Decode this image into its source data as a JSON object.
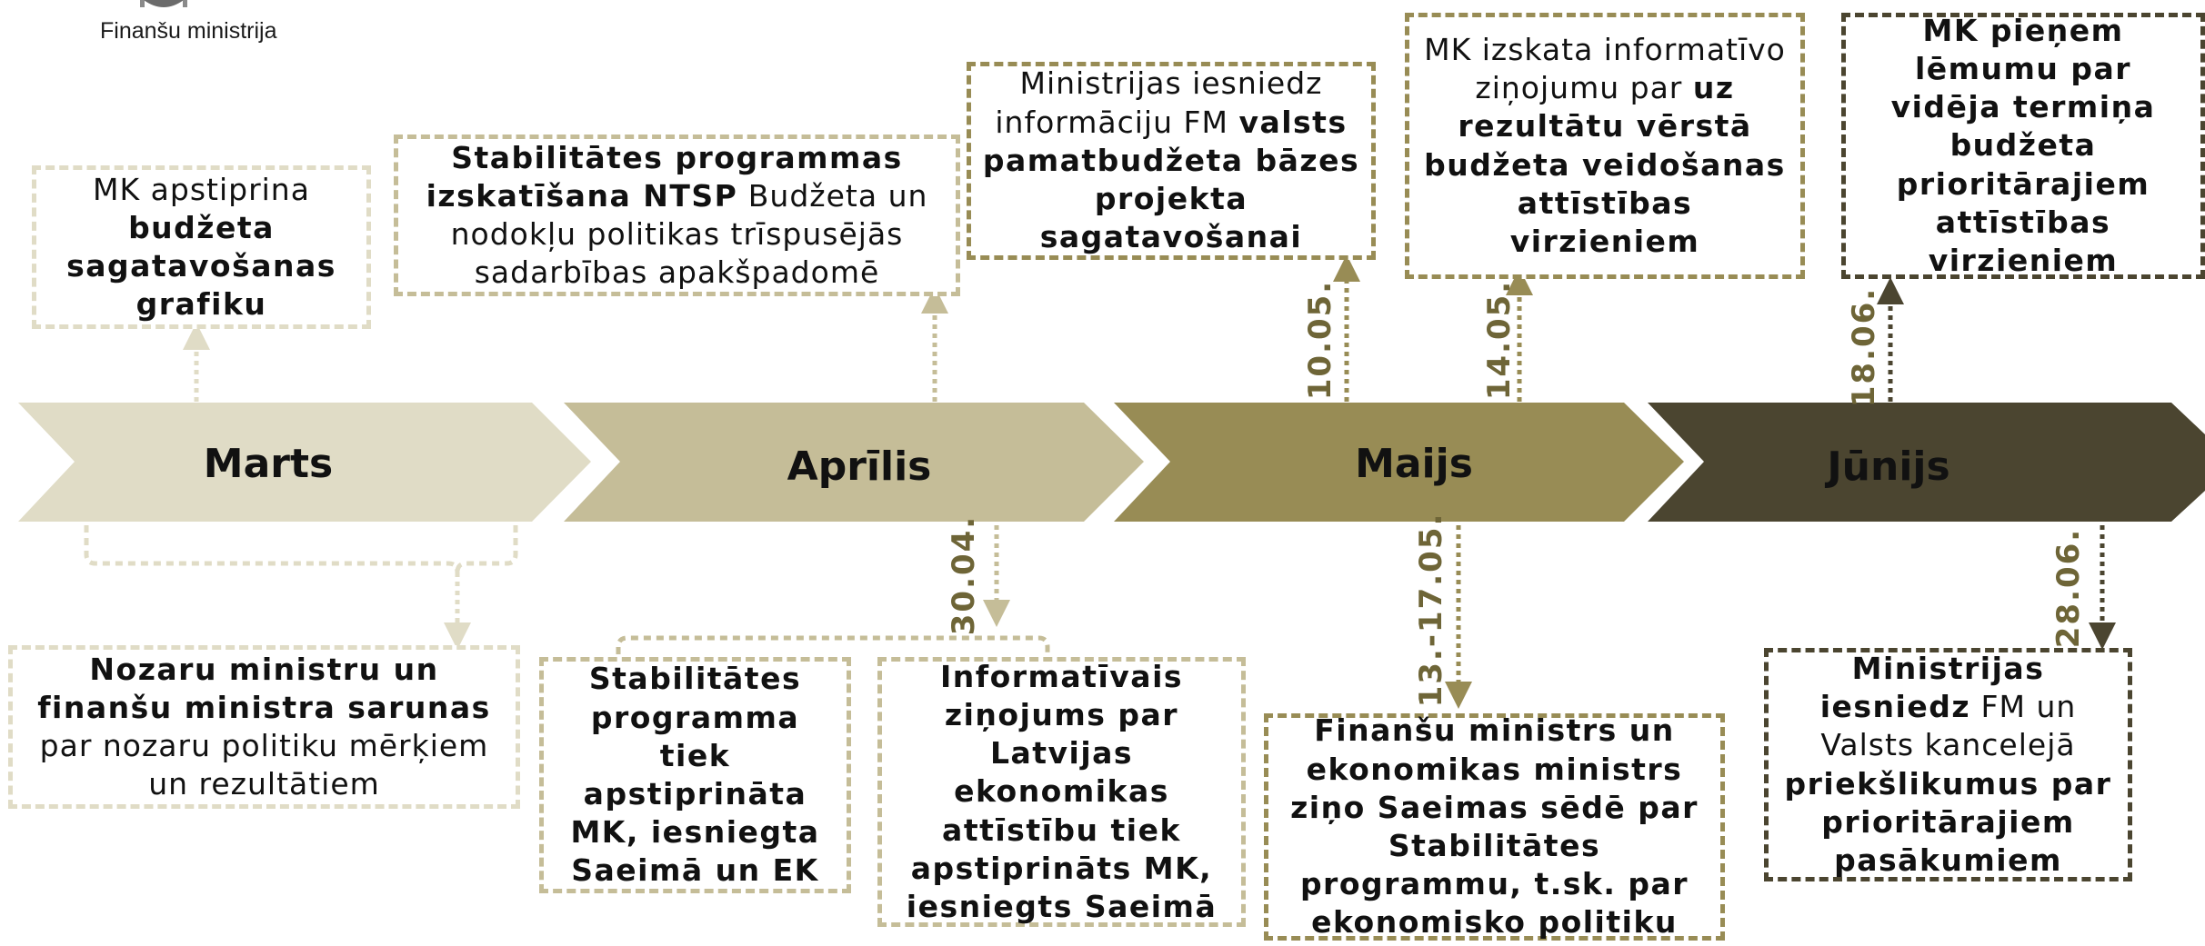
{
  "header": {
    "logo_text": "Finanšu ministrija",
    "logo_icon": "state-emblem-icon"
  },
  "colors": {
    "marts": "#e0dcc6",
    "aprilis": "#c5bd98",
    "maijs": "#988c55",
    "junijs": "#4b4530",
    "date_label": "#6e6537"
  },
  "months": [
    {
      "name": "Marts"
    },
    {
      "name": "Aprīlis"
    },
    {
      "name": "Maijs"
    },
    {
      "name": "Jūnijs"
    }
  ],
  "dates": [
    "10.05.",
    "14.05.",
    "18.06.",
    "30.04.",
    "13.-17.05.",
    "28.06."
  ],
  "events": [
    {
      "runs": [
        {
          "t": "MK apstiprina ",
          "b": false
        },
        {
          "t": "budžeta sagatavošanas grafiku",
          "b": true
        }
      ]
    },
    {
      "runs": [
        {
          "t": "Stabilitātes programmas izskatīšana NTSP",
          "b": true
        },
        {
          "t": " Budžeta un nodokļu politikas trīspusējās sadarbības apakšpadomē",
          "b": false
        }
      ]
    },
    {
      "runs": [
        {
          "t": "Ministrijas iesniedz informāciju FM ",
          "b": false
        },
        {
          "t": "valsts pamatbudžeta bāzes projekta sagatavošanai",
          "b": true
        }
      ]
    },
    {
      "runs": [
        {
          "t": "MK izskata informatīvo ziņojumu par ",
          "b": false
        },
        {
          "t": "uz rezultātu vērstā budžeta veidošanas attīstības virzieniem",
          "b": true
        }
      ]
    },
    {
      "runs": [
        {
          "t": "MK pieņem lēmumu par vidēja termiņa budžeta prioritārajiem attīstības virzieniem",
          "b": true
        }
      ]
    },
    {
      "runs": [
        {
          "t": "Nozaru ministru un finanšu ministra sarunas",
          "b": true
        },
        {
          "t": " par nozaru politiku mērķiem un rezultātiem",
          "b": false
        }
      ]
    },
    {
      "runs": [
        {
          "t": "Stabilitātes programma tiek apstiprināta MK, iesniegta Saeimā un EK",
          "b": true
        }
      ]
    },
    {
      "runs": [
        {
          "t": "Informatīvais ziņojums par Latvijas ekonomikas attīstību tiek apstiprināts MK, iesniegts Saeimā",
          "b": true
        }
      ]
    },
    {
      "runs": [
        {
          "t": "Finanšu ministrs un ekonomikas ministrs ziņo Saeimas sēdē par Stabilitātes programmu, t.sk. par ekonomisko politiku",
          "b": true
        }
      ]
    },
    {
      "runs": [
        {
          "t": "Ministrijas iesniedz",
          "b": true
        },
        {
          "t": " FM un Valsts kancelejā ",
          "b": false
        },
        {
          "t": "priekšlikumus par prioritārajiem pasākumiem",
          "b": true
        }
      ]
    }
  ]
}
